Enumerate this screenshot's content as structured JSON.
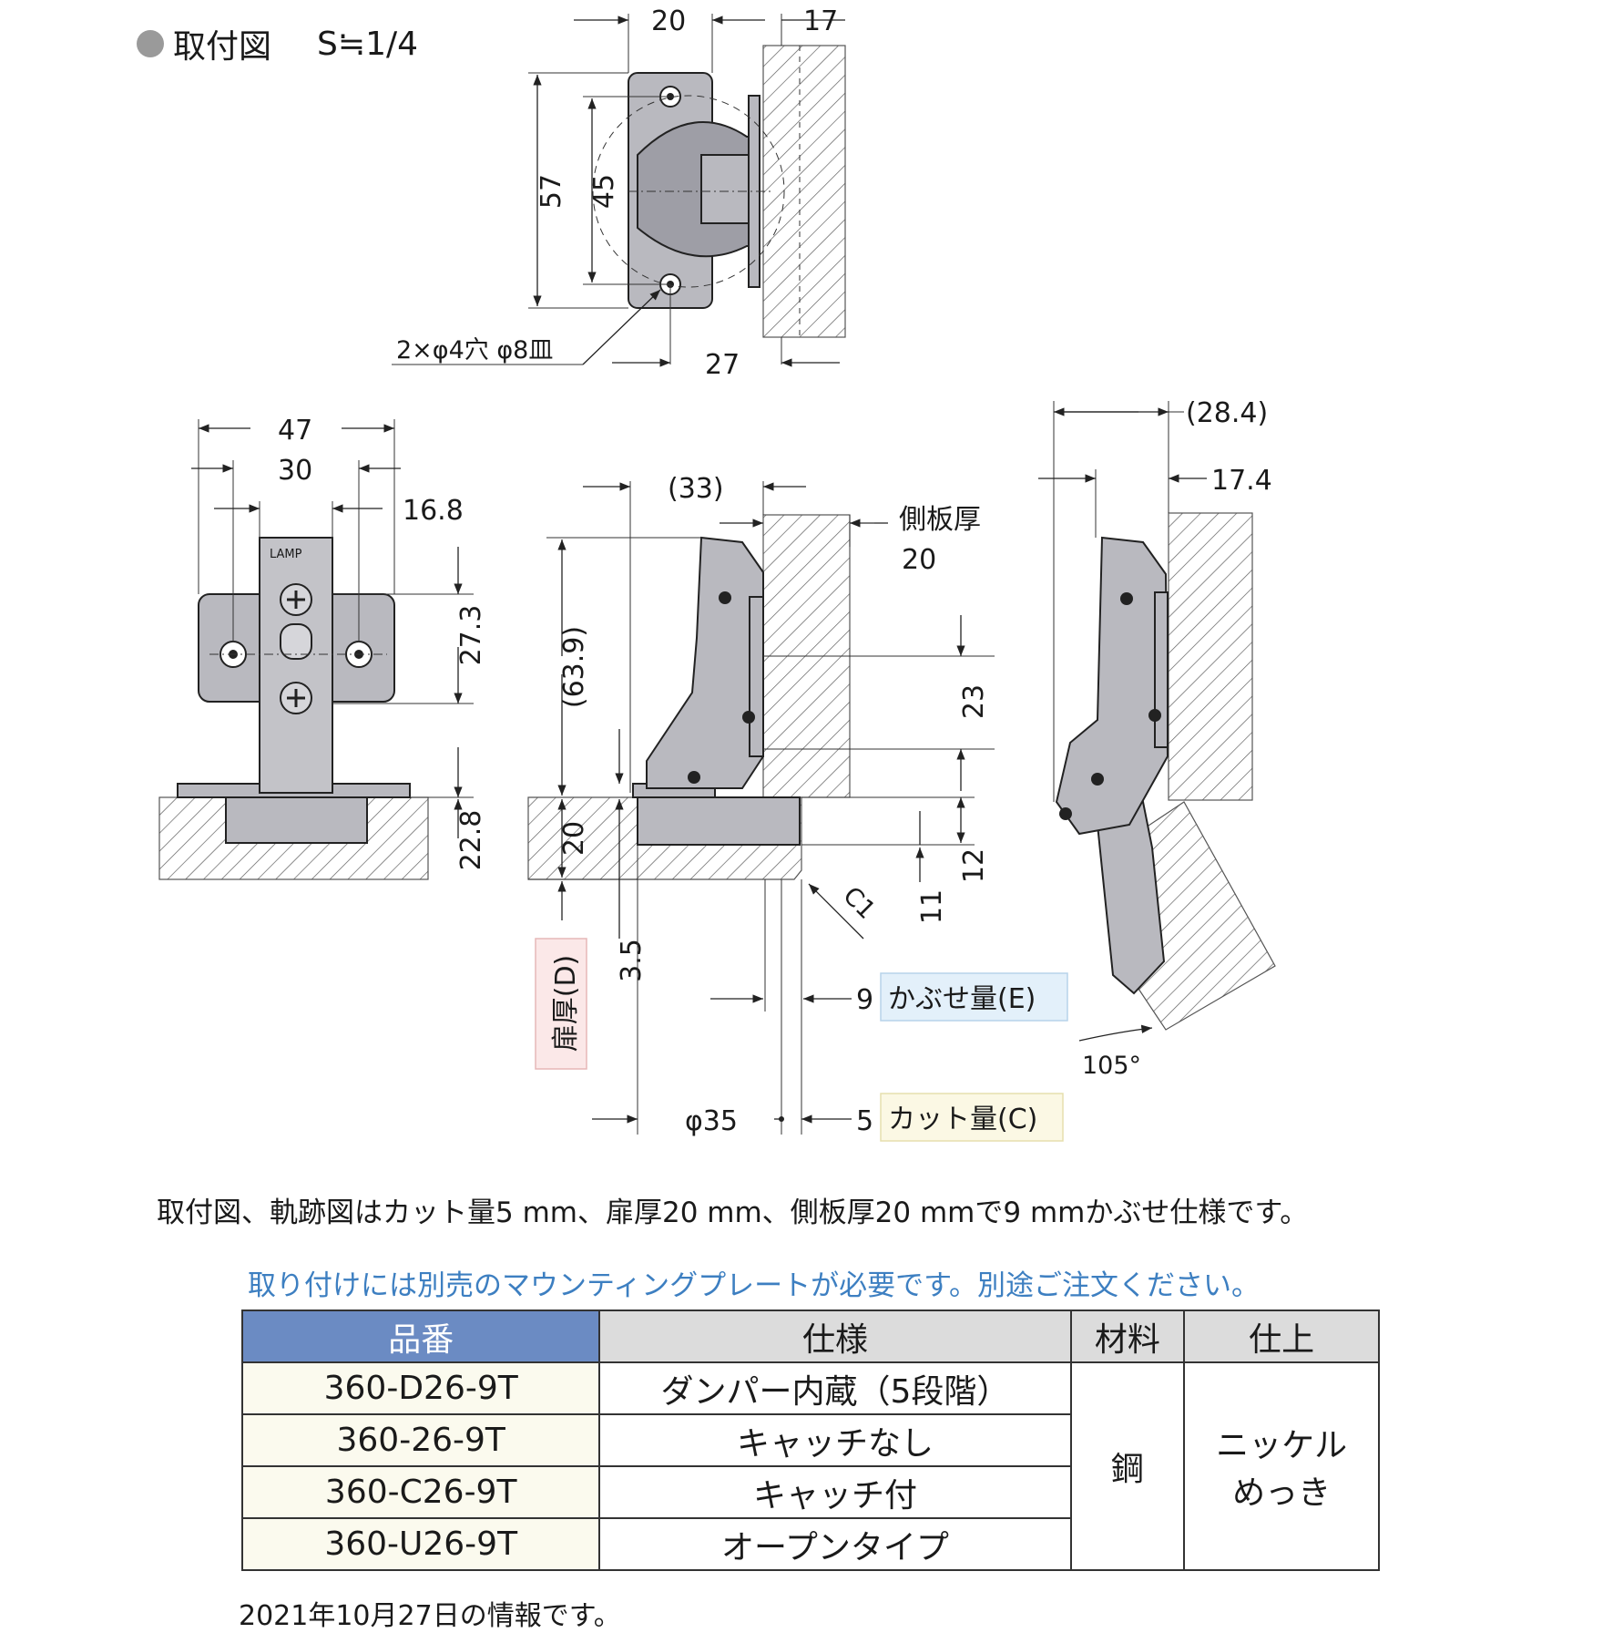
{
  "title": {
    "label": "取付図",
    "ratio": "S≒1/4"
  },
  "top_view": {
    "dims": [
      "20",
      "17",
      "57",
      "45",
      "27"
    ],
    "hole_note": "2×φ4穴 φ8皿"
  },
  "front_view": {
    "dims": [
      "47",
      "30",
      "16.8",
      "27.3",
      "22.8"
    ],
    "brand": "LAMP"
  },
  "side_view": {
    "dims": [
      "(33)",
      "(63.9)",
      "20",
      "3.5",
      "23",
      "12",
      "11",
      "C1",
      "9",
      "5",
      "φ35"
    ],
    "side_panel": "側板厚",
    "side_panel_value": "20",
    "door_thickness": "扉厚(D)",
    "overlay": "かぶせ量(E)",
    "cut": "カット量(C)"
  },
  "open_view": {
    "dims": [
      "(28.4)",
      "17.4",
      "105°"
    ]
  },
  "note": "取付図、軌跡図はカット量5 mm、扉厚20 mm、側板厚20 mmで9 mmかぶせ仕様です。",
  "notice": "取り付けには別売のマウンティングプレートが必要です。別途ご注文ください。",
  "table": {
    "headers": [
      "品番",
      "仕様",
      "材料",
      "仕上"
    ],
    "rows": [
      {
        "part": "360-D26-9T",
        "spec": "ダンパー内蔵（5段階）"
      },
      {
        "part": "360-26-9T",
        "spec": "キャッチなし"
      },
      {
        "part": "360-C26-9T",
        "spec": "キャッチ付"
      },
      {
        "part": "360-U26-9T",
        "spec": "オープンタイプ"
      }
    ],
    "material": "鋼",
    "finish_line1": "ニッケル",
    "finish_line2": "めっき"
  },
  "footer": "2021年10月27日の情報です。",
  "colors": {
    "header_accent": "#6b8bc3",
    "notice_blue": "#3d7fc1",
    "part_fill": "#fbfaee",
    "overlay_bg": "#e3f0fa",
    "cut_bg": "#fbf8e4",
    "door_bg": "#fbe8e8"
  }
}
